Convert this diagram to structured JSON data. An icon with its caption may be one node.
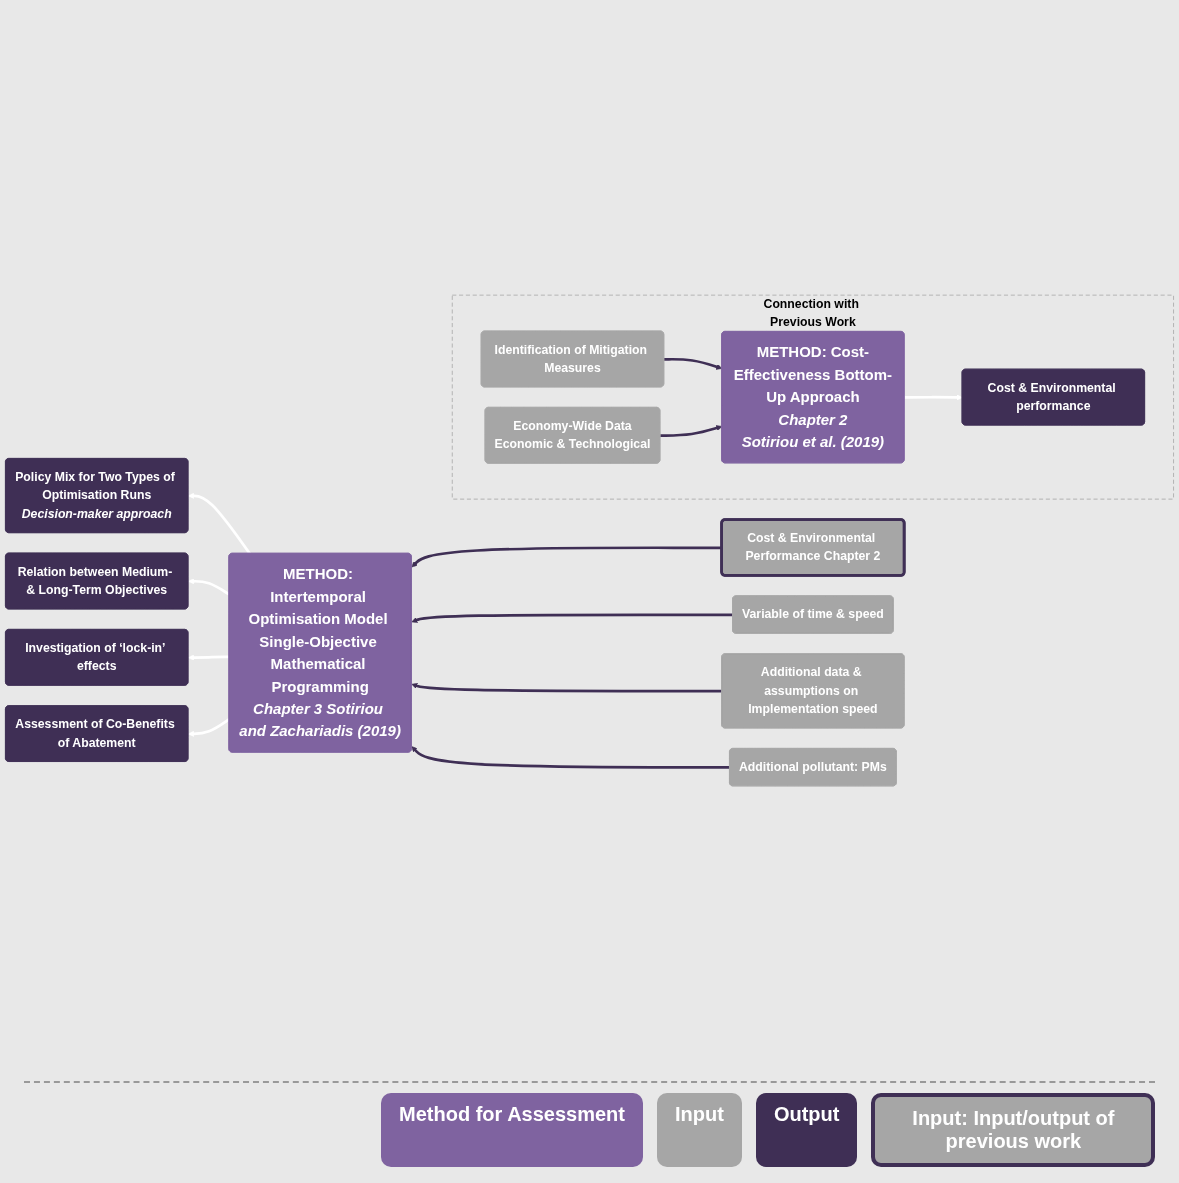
{
  "diagram": {
    "nodes": [
      {
        "text": [
          "Connection with Previous Work"
        ]
      },
      {
        "text": [
          "Identification of Mitigation Measures"
        ],
        "in": 0
      },
      {
        "text": [
          "Economy-Wide Data",
          "Economic & Technological"
        ],
        "in": 0
      },
      {
        "text": [
          "METHOD: Cost-Effectiveness Bottom-Up Approach",
          "Chapter 2",
          "Sotiriou et al. (2019)"
        ],
        "in": 0
      },
      {
        "text": [
          "Cost & Environmental performance"
        ],
        "in": 0
      },
      {
        "text": [
          "METHOD: Intertemporal Optimisation Model Single-Objective Mathematical Programming",
          "Chapter 3 Sotiriou and Zachariadis (2019)"
        ]
      },
      {
        "text": [
          "Policy Mix for Two Types of Optimisation Runs",
          "Decision-maker approach"
        ]
      },
      {
        "text": [
          "Relation between Medium- & Long-Term Objectives"
        ]
      },
      {
        "text": [
          "Investigation of ‘lock-in’ effects"
        ]
      },
      {
        "text": [
          "Assessment of Co-Benefits of Abatement"
        ]
      },
      {
        "text": [
          "Cost & Environmental Performance Chapter 2"
        ]
      },
      {
        "text": [
          "Variable of time & speed"
        ]
      },
      {
        "text": [
          "Additional data & assumptions on Implementation speed"
        ]
      },
      {
        "text": [
          "Additional pollutant: PMs"
        ]
      }
    ],
    "edges": [
      {
        "from": 1,
        "to": 3,
        "arrow": "to"
      },
      {
        "from": 2,
        "to": 3,
        "arrow": "to"
      },
      {
        "from": 3,
        "to": 4,
        "arrow": "to",
        "color": "#ffffff"
      },
      {
        "from": 5,
        "to": 6,
        "arrow": "to",
        "color": "#ffffff"
      },
      {
        "from": 5,
        "to": 7,
        "arrow": "to",
        "color": "#ffffff"
      },
      {
        "from": 5,
        "to": 8,
        "arrow": "to",
        "color": "#ffffff"
      },
      {
        "from": 5,
        "to": 9,
        "arrow": "to",
        "color": "#ffffff"
      },
      {
        "from": 10,
        "to": 5,
        "arrow": "to"
      },
      {
        "from": 11,
        "to": 5,
        "arrow": "to"
      },
      {
        "from": 12,
        "to": 5,
        "arrow": "to"
      },
      {
        "from": 13,
        "to": 5,
        "arrow": "to"
      }
    ],
    "legend": [
      {
        "text": "Method for Assessment",
        "color": "#7f63a0"
      },
      {
        "text": "Input",
        "color": "#a6a6a6"
      },
      {
        "text": "Output",
        "color": "#3f2f55"
      },
      {
        "text": "Input: Input/output of previous work"
      }
    ]
  }
}
